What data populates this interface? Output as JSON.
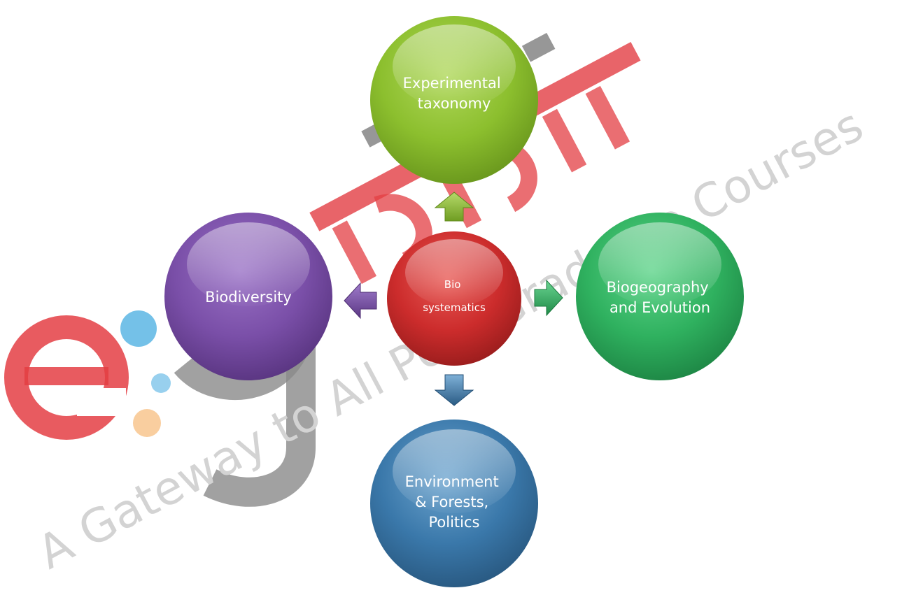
{
  "diagram": {
    "center": {
      "label_lines": [
        "Bio",
        "systematics"
      ],
      "color": "#c8282a"
    },
    "nodes": [
      {
        "id": "top",
        "label_lines": [
          "Experimental",
          "taxonomy"
        ],
        "color": "#8cbf2e"
      },
      {
        "id": "left",
        "label_lines": [
          "Biodiversity"
        ],
        "color": "#7a4fa8"
      },
      {
        "id": "right",
        "label_lines": [
          "Biogeography",
          "and Evolution"
        ],
        "color": "#2fb15f"
      },
      {
        "id": "bottom",
        "label_lines": [
          "Environment",
          "& Forests,",
          "Politics"
        ],
        "color": "#3a78aa"
      }
    ]
  },
  "watermark": {
    "brand_logo": "epathshala",
    "tagline": "A Gateway to All Post Graduate Courses",
    "colors": {
      "logo_red": "#e0282e",
      "logo_gray": "#7d7d7d",
      "tagline_gray": "#cfcfcf"
    }
  }
}
